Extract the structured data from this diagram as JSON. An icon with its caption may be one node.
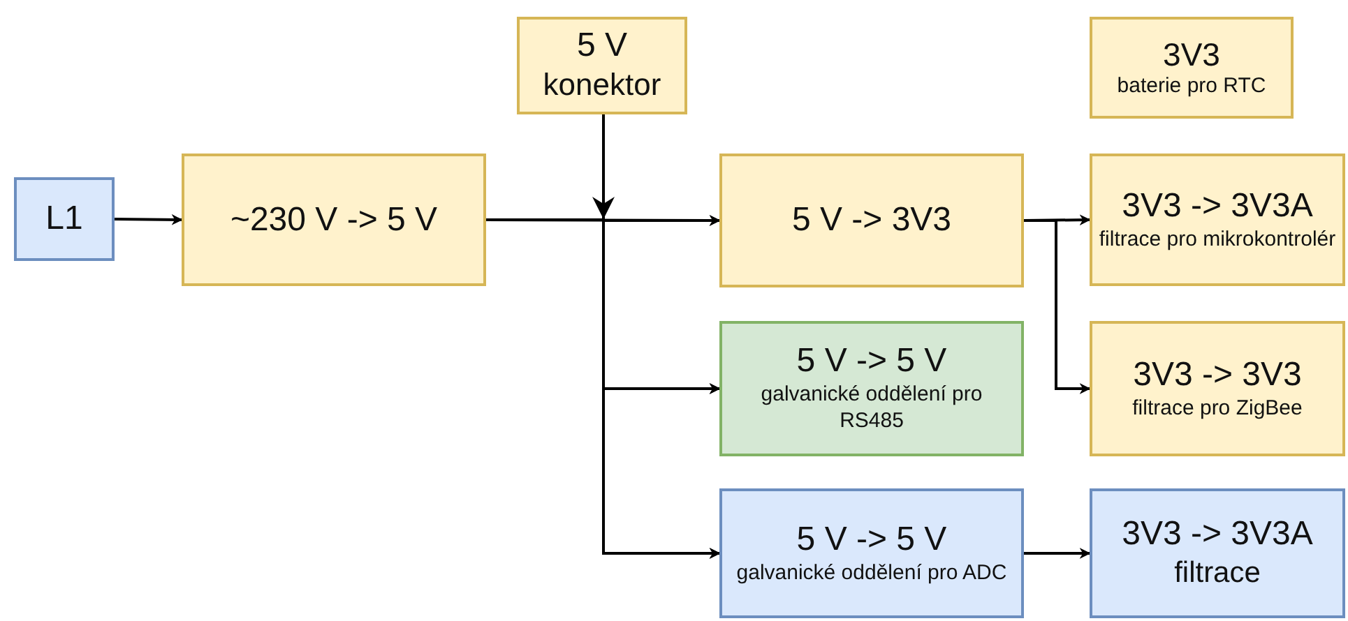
{
  "diagram": {
    "nodes": [
      {
        "text": [
          "L1"
        ]
      },
      {
        "text": [
          "~230 V -> 5 V"
        ]
      },
      {
        "text": [
          "5 V",
          "konektor"
        ]
      },
      {
        "text": [
          "3V3",
          "baterie pro RTC"
        ]
      },
      {
        "text": [
          "5 V -> 3V3"
        ]
      },
      {
        "text": [
          "3V3 -> 3V3A",
          "filtrace pro mikrokontrolér"
        ]
      },
      {
        "text": [
          "5 V -> 5 V",
          "galvanické oddělení pro RS485"
        ]
      },
      {
        "text": [
          "3V3 -> 3V3",
          "filtrace pro ZigBee"
        ]
      },
      {
        "text": [
          "5 V -> 5 V",
          "galvanické oddělení pro ADC"
        ]
      },
      {
        "text": [
          "3V3 -> 3V3A",
          "filtrace"
        ]
      }
    ],
    "edges": [
      {
        "from": 0,
        "to": 1,
        "arrow": "to"
      },
      {
        "from": 1,
        "to": 4,
        "arrow": "to"
      },
      {
        "from": 1,
        "to": 6,
        "arrow": "to"
      },
      {
        "from": 1,
        "to": 8,
        "arrow": "to"
      },
      {
        "from": 2,
        "to": 4,
        "arrow": "to"
      },
      {
        "from": 2,
        "to": 6,
        "arrow": "to"
      },
      {
        "from": 2,
        "to": 8,
        "arrow": "to"
      },
      {
        "from": 4,
        "to": 5,
        "arrow": "to"
      },
      {
        "from": 4,
        "to": 7,
        "arrow": "to"
      },
      {
        "from": 8,
        "to": 9,
        "arrow": "to"
      }
    ]
  }
}
